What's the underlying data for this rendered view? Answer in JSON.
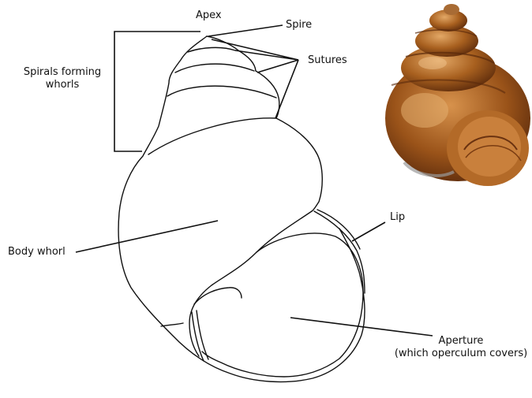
{
  "labels": {
    "apex": "Apex",
    "spire": "Spire",
    "sutures": "Sutures",
    "spirals_line1": "Spirals forming",
    "spirals_line2": "whorls",
    "body_whorl": "Body whorl",
    "lip": "Lip",
    "aperture_line1": "Aperture",
    "aperture_line2": "(which operculum covers)"
  },
  "colors": {
    "line": "#111111",
    "shell_dark": "#6b3410",
    "shell_mid": "#a65a1c",
    "shell_light": "#d99a55"
  }
}
